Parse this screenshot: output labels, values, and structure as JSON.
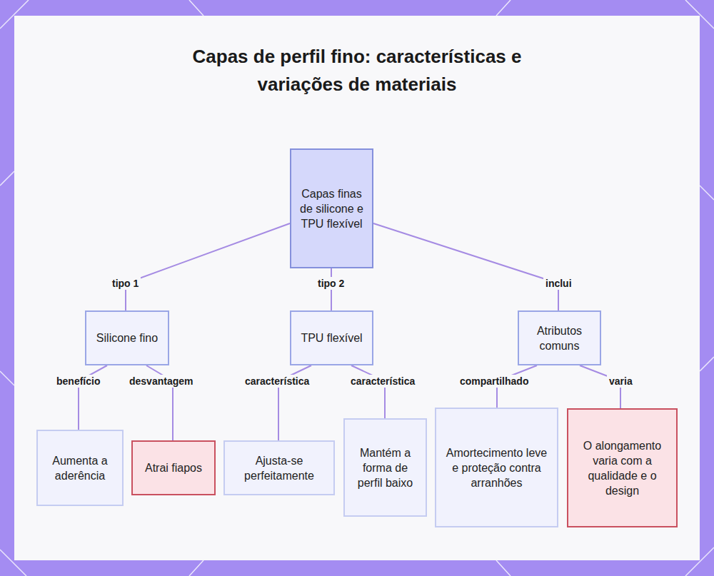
{
  "diagram": {
    "title": "Capas de perfil fino: características e variações de materiais",
    "nodes": [
      {
        "text": [
          "Capas finas de silicone e TPU flexível"
        ]
      },
      {
        "text": [
          "Silicone fino"
        ]
      },
      {
        "text": [
          "TPU flexível"
        ]
      },
      {
        "text": [
          "Atributos comuns"
        ]
      },
      {
        "text": [
          "Aumenta a aderência"
        ]
      },
      {
        "text": [
          "Atrai fiapos"
        ]
      },
      {
        "text": [
          "Ajusta-se perfeitamente"
        ]
      },
      {
        "text": [
          "Mantém a forma de perfil baixo"
        ]
      },
      {
        "text": [
          "Amortecimento leve e proteção contra arranhões"
        ]
      },
      {
        "text": [
          "O alongamento varia com a qualidade e o design"
        ]
      }
    ],
    "edges": [
      {
        "from": 0,
        "to": 1,
        "label": "tipo 1",
        "arrow": "none"
      },
      {
        "from": 0,
        "to": 2,
        "label": "tipo 2",
        "arrow": "none"
      },
      {
        "from": 0,
        "to": 3,
        "label": "inclui",
        "arrow": "none"
      },
      {
        "from": 1,
        "to": 4,
        "label": "benefício",
        "arrow": "none"
      },
      {
        "from": 1,
        "to": 5,
        "label": "desvantagem",
        "arrow": "none"
      },
      {
        "from": 2,
        "to": 6,
        "label": "característica",
        "arrow": "none"
      },
      {
        "from": 2,
        "to": 7,
        "label": "característica",
        "arrow": "none"
      },
      {
        "from": 3,
        "to": 8,
        "label": "compartilhado",
        "arrow": "none"
      },
      {
        "from": 3,
        "to": 9,
        "label": "varia",
        "arrow": "none"
      }
    ]
  }
}
